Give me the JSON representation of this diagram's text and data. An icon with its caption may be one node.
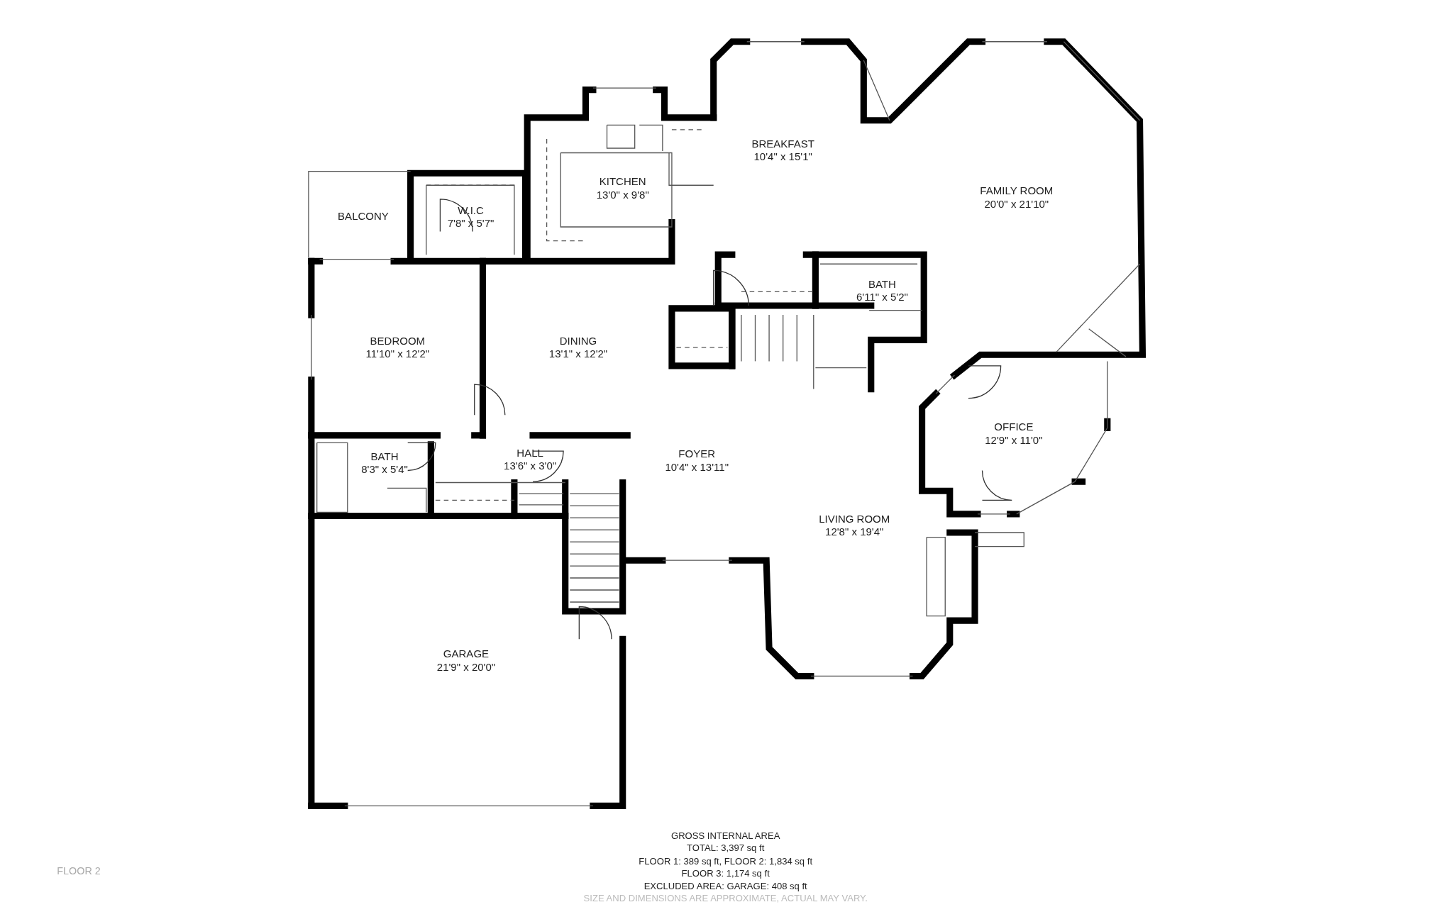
{
  "diagram": {
    "nodes": [
      {
        "text": [
          "BREAKFAST",
          "10'4\" x 15'1\""
        ]
      },
      {
        "text": [
          "FAMILY ROOM",
          "20'0\" x 21'10\""
        ]
      },
      {
        "text": [
          "KITCHEN",
          "13'0\" x 9'8\""
        ]
      },
      {
        "text": [
          "BALCONY"
        ]
      },
      {
        "text": [
          "W.I.C",
          "7'8\" x 5'7\""
        ]
      },
      {
        "text": [
          "BATH",
          "6'11\" x 5'2\""
        ]
      },
      {
        "text": [
          "BEDROOM",
          "11'10\" x 12'2\""
        ]
      },
      {
        "text": [
          "DINING",
          "13'1\" x 12'2\""
        ]
      },
      {
        "text": [
          "OFFICE",
          "12'9\" x 11'0\""
        ]
      },
      {
        "text": [
          "BATH",
          "8'3\" x 5'4\""
        ]
      },
      {
        "text": [
          "HALL",
          "13'6\" x 3'0\""
        ]
      },
      {
        "text": [
          "FOYER",
          "10'4\" x 13'11\""
        ]
      },
      {
        "text": [
          "LIVING ROOM",
          "12'8\" x 19'4\""
        ]
      },
      {
        "text": [
          "GARAGE",
          "21'9\" x 20'0\""
        ]
      }
    ],
    "labels": [
      "GROSS INTERNAL AREA",
      "TOTAL: 3,397 sq ft",
      "FLOOR 1: 389 sq ft, FLOOR 2: 1,834 sq ft",
      "FLOOR 3: 1,174 sq ft",
      "EXCLUDED AREA: GARAGE: 408 sq ft",
      "SIZE AND DIMENSIONS ARE APPROXIMATE, ACTUAL MAY VARY.",
      "FLOOR 2"
    ]
  }
}
